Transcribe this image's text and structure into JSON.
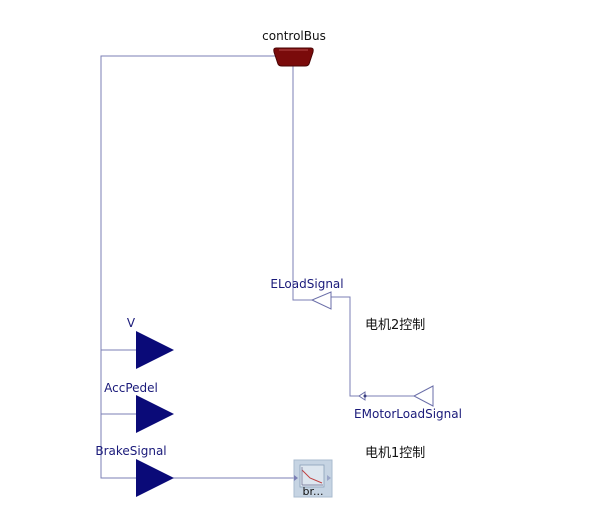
{
  "diagram": {
    "bus": {
      "label": "controlBus",
      "color": "#7a0b0b"
    },
    "signals": {
      "eload": "ELoadSignal",
      "emotor": "EMotorLoadSignal",
      "v": "V",
      "acc": "AccPedel",
      "brake": "BrakeSignal"
    },
    "block": {
      "label": "br..."
    },
    "notes": {
      "motor2": "电机2控制",
      "motor1": "电机1控制"
    },
    "colors": {
      "wire": "#7b7fb5",
      "triangle": "#0a0a78",
      "label_blue": "#1a1a7a",
      "hollow": "#6a6ea8"
    }
  }
}
